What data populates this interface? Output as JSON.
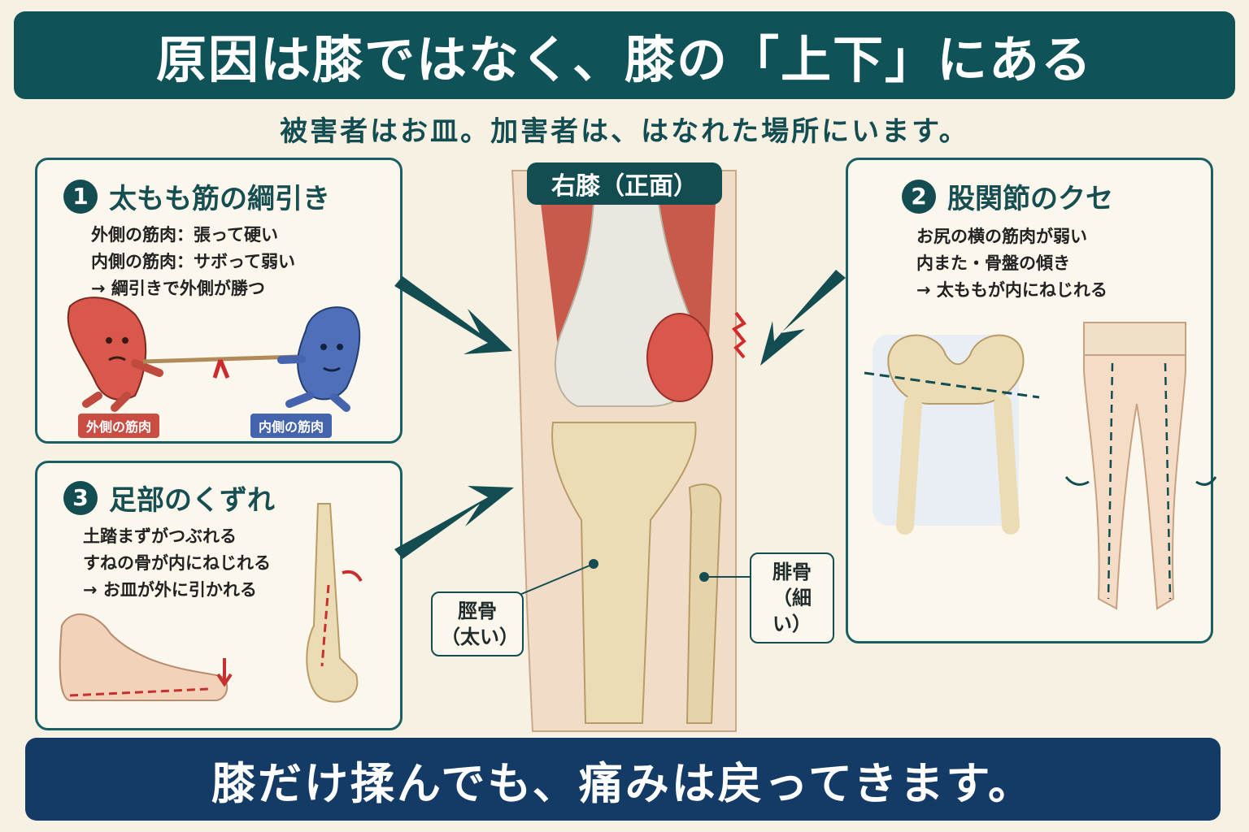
{
  "title": "原因は膝ではなく、膝の「上下」にある",
  "subtitle": "被害者はお皿。加害者は、はなれた場所にいます。",
  "knee": {
    "label": "右膝（正面）",
    "tibia_line1": "脛骨",
    "tibia_line2": "（太い）",
    "fibula_line1": "腓骨",
    "fibula_line2": "（細い）"
  },
  "panels": {
    "p1": {
      "number": "1",
      "title": "太もも筋の綱引き",
      "lines": [
        "外側の筋肉：張って硬い",
        "内側の筋肉：サボって弱い",
        "→ 綱引きで外側が勝つ"
      ],
      "tag_outer": "外側の筋肉",
      "tag_inner": "内側の筋肉"
    },
    "p2": {
      "number": "2",
      "title": "股関節のクセ",
      "lines": [
        "お尻の横の筋肉が弱い",
        "内また・骨盤の傾き",
        "→ 太ももが内にねじれる"
      ]
    },
    "p3": {
      "number": "3",
      "title": "足部のくずれ",
      "lines": [
        "土踏まずがつぶれる",
        "すねの骨が内にねじれる",
        "→ お皿が外に引かれる"
      ]
    }
  },
  "bottom": "膝だけ揉んでも、痛みは戻ってきます。",
  "colors": {
    "teal": "#0f5257",
    "navy": "#143b66",
    "muscle_red": "#d9574b",
    "muscle_blue": "#4f6fb8",
    "bone": "#eddcb4"
  }
}
